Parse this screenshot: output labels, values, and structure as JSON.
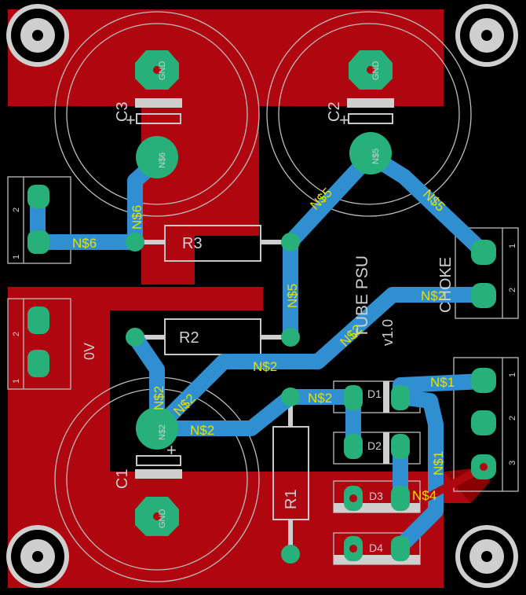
{
  "board": {
    "title": "TUBE PSU",
    "version": "v1.0",
    "choke_label": "CHOKE",
    "zero_volt_label": "0V"
  },
  "components": {
    "c1": "C1",
    "c2": "C2",
    "c3": "C3",
    "r1": "R1",
    "r2": "R2",
    "r3": "R3",
    "d1": "D1",
    "d2": "D2",
    "d3": "D3",
    "d4": "D4"
  },
  "pads": {
    "gnd": "GND",
    "n2": "N$2",
    "n5": "N$5",
    "n6": "N$6"
  },
  "nets": {
    "n1": "N$1",
    "n2": "N$2",
    "n4": "N$4",
    "n5": "N$5",
    "n6": "N$6"
  },
  "pin_numbers": {
    "one": "1",
    "two": "2",
    "three": "3"
  },
  "colors": {
    "copper": "#b0060f",
    "trace": "#2f8fd0",
    "pad": "#27b07a",
    "silk": "#c8c8c8",
    "label": "#e8e000"
  }
}
